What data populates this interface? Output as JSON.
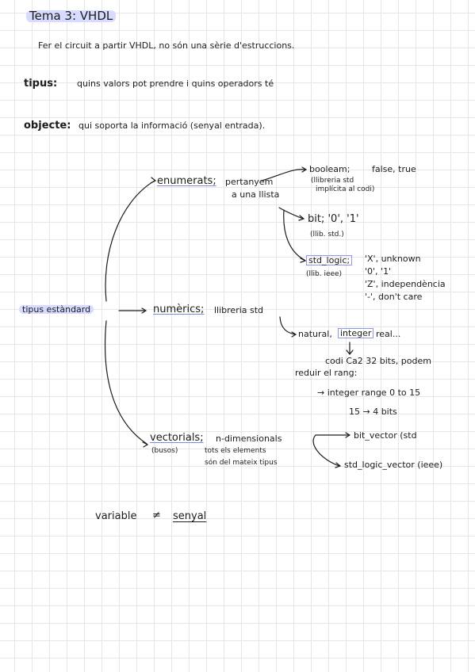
{
  "title": "Tema 3: VHDL",
  "intro": "Fer el circuit a partir VHDL, no són una sèrie d'estruccions.",
  "tipus_term": "tipus:",
  "tipus_def": "quins valors pot prendre i quins operadors té",
  "objecte_term": "objecte:",
  "objecte_def": "qui soporta la informació (senyal entrada).",
  "tipus_estandard": "tipus estàndard",
  "enumerats": {
    "label": "enumerats;",
    "desc1": "pertanyem",
    "desc2": "a una llista",
    "boolean": "booleam;",
    "boolean_values": "false, true",
    "boolean_note1": "(llibreria std",
    "boolean_note2": "implícita al codi)",
    "bit": "bit; '0', '1'",
    "bit_note": "(llib. std.)",
    "std_logic": "std_logic;",
    "std_logic_note": "(llib. ieee)",
    "std_logic_values": [
      "'X', unknown",
      "'0', '1'",
      "'Z', independència",
      "'-', don't care"
    ]
  },
  "numerics": {
    "label": "numèrics;",
    "desc": "llibreria std",
    "natural": "natural,",
    "integer": "integer",
    "real": "real...",
    "note1": "codi Ca2 32 bits, podem",
    "note2": "reduir el rang:",
    "range": "→ integer range 0 to 15",
    "bits": "15 → 4 bits"
  },
  "vectorials": {
    "label": "vectorials;",
    "desc1": "n-dimensionals",
    "desc2": "tots els elements",
    "desc3": "són del mateix tipus",
    "note": "(busos)",
    "bit_vector": "bit_vector (std",
    "std_logic_vector": "std_logic_vector (ieee)"
  },
  "footer": {
    "variable": "variable",
    "neq": "≠",
    "senyal": "senyal"
  },
  "colors": {
    "highlight": "#d6dbff",
    "ink": "#1c1c1c",
    "accent": "#7d8ae0"
  }
}
